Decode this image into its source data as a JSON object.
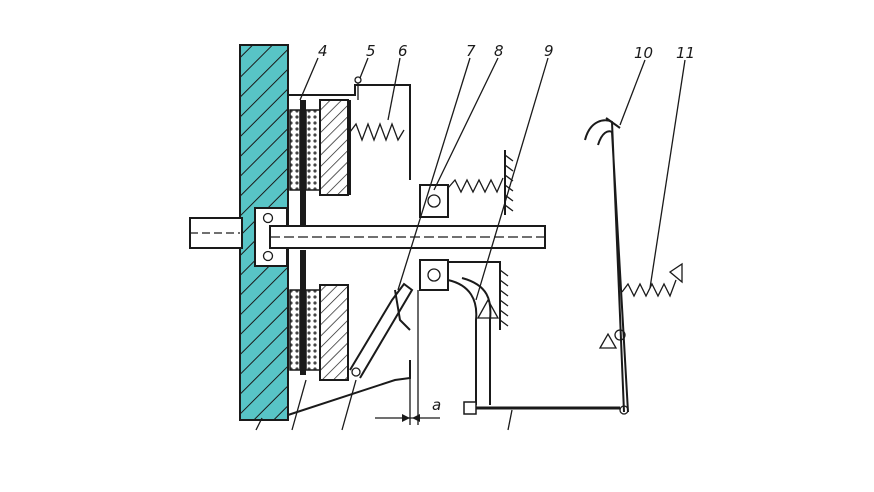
{
  "diagram": {
    "colors": {
      "flywheel": "#58c4c6",
      "line": "#1a1a1a",
      "friction": "#8a8a8a",
      "background": "#ffffff"
    },
    "labels": {
      "n4": "4",
      "n5": "5",
      "n6": "6",
      "n7": "7",
      "n8": "8",
      "n9": "9",
      "n10": "10",
      "n11": "11",
      "gap": "a"
    }
  }
}
